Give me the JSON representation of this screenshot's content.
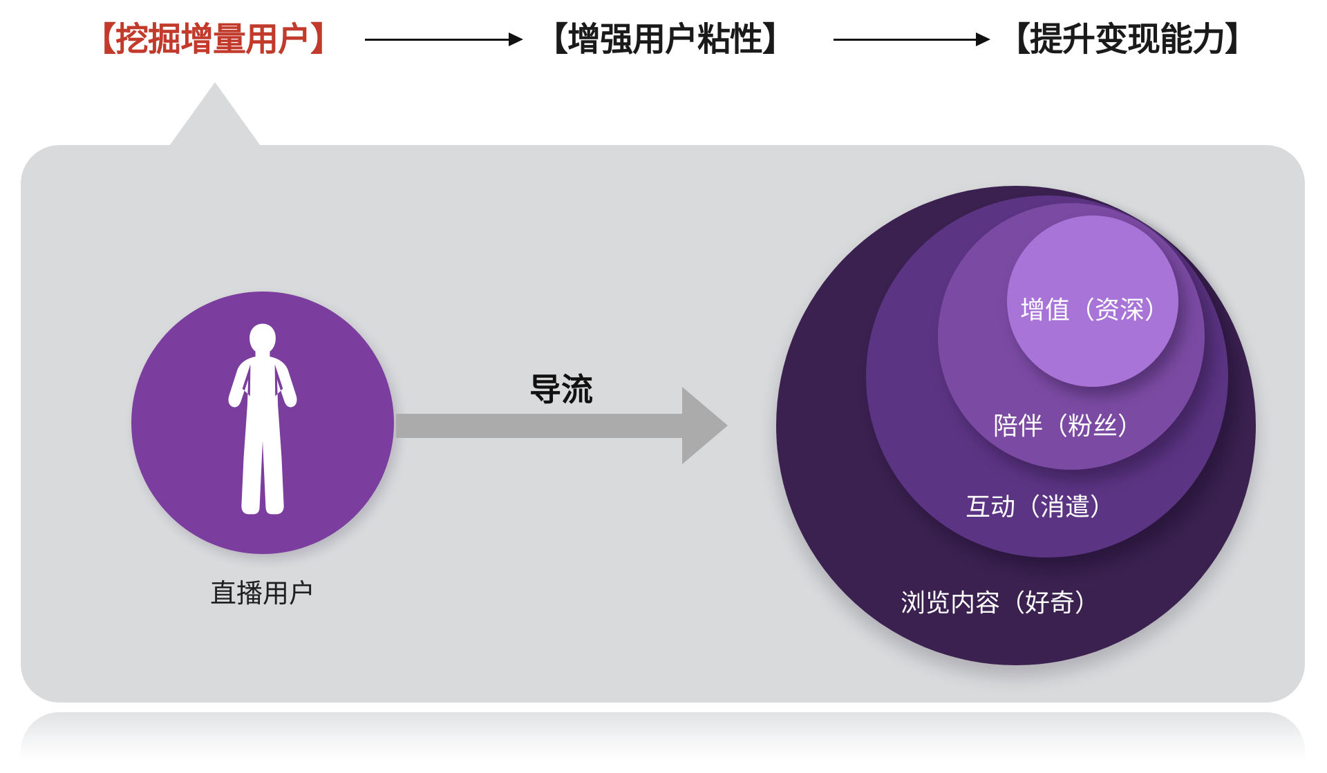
{
  "page": {
    "background_color": "#FFFFFF",
    "panel_color": "#D8DADC"
  },
  "flow_header": {
    "steps": [
      {
        "label": "【挖掘增量用户】",
        "color": "#C23A2B",
        "highlighted": true
      },
      {
        "label": "【增强用户粘性】",
        "color": "#1A1A1A",
        "highlighted": false
      },
      {
        "label": "【提升变现能力】",
        "color": "#1A1A1A",
        "highlighted": false
      }
    ],
    "arrow_color": "#111111"
  },
  "source_user": {
    "label": "直播用户",
    "circle_color": "#7B3D9E",
    "icon": "person-silhouette-icon",
    "icon_color": "#FFFFFF"
  },
  "flow_arrow": {
    "label": "导流",
    "color": "#ABABAB"
  },
  "funnel_circles": {
    "text_color": "#FFFFFF",
    "layers": [
      {
        "label": "浏览内容（好奇）",
        "color": "#3A2150",
        "order": "outermost"
      },
      {
        "label": "互动（消遣）",
        "color": "#5C3484",
        "order": "second"
      },
      {
        "label": "陪伴（粉丝）",
        "color": "#7B4BA3",
        "order": "third"
      },
      {
        "label": "增值（资深）",
        "color": "#A874D8",
        "order": "innermost"
      }
    ]
  }
}
